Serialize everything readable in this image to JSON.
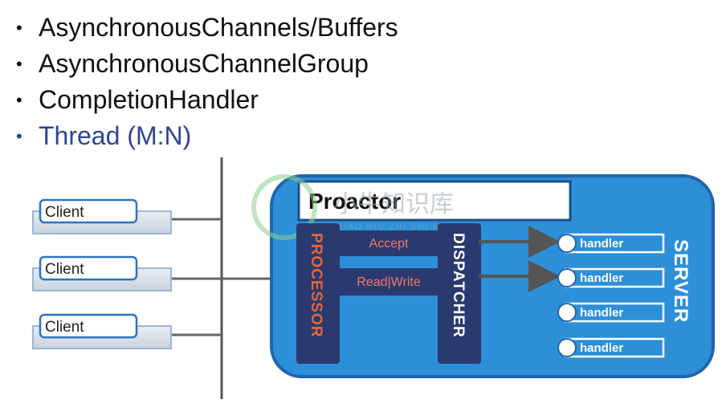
{
  "bullets": [
    {
      "text": "AsynchronousChannels/Buffers"
    },
    {
      "text": "AsynchronousChannelGroup"
    },
    {
      "text": "CompletionHandler"
    },
    {
      "text": "Thread (M:N)"
    }
  ],
  "bullet_glyph": "•",
  "diagram": {
    "clients": [
      "Client",
      "Client",
      "Client"
    ],
    "proactor_title": "Proactor",
    "processor_label": "PROCESSOR",
    "dispatcher_label": "DISPATCHER",
    "server_label": "SERVER",
    "operations": [
      "Accept",
      "Read|Write"
    ],
    "handlers": [
      "handler",
      "handler",
      "handler",
      "handler"
    ],
    "watermark_cn": "小牛知识库",
    "watermark_pinyin": "XIAO NIU ZHI SHI KU"
  },
  "colors": {
    "server_blue": "#2d8fd8",
    "server_border": "#2065ad",
    "column_navy": "#2a3a6e",
    "processor_text": "#e8643a",
    "op_text": "#f07a64",
    "bullet_accent": "#2e4494"
  }
}
